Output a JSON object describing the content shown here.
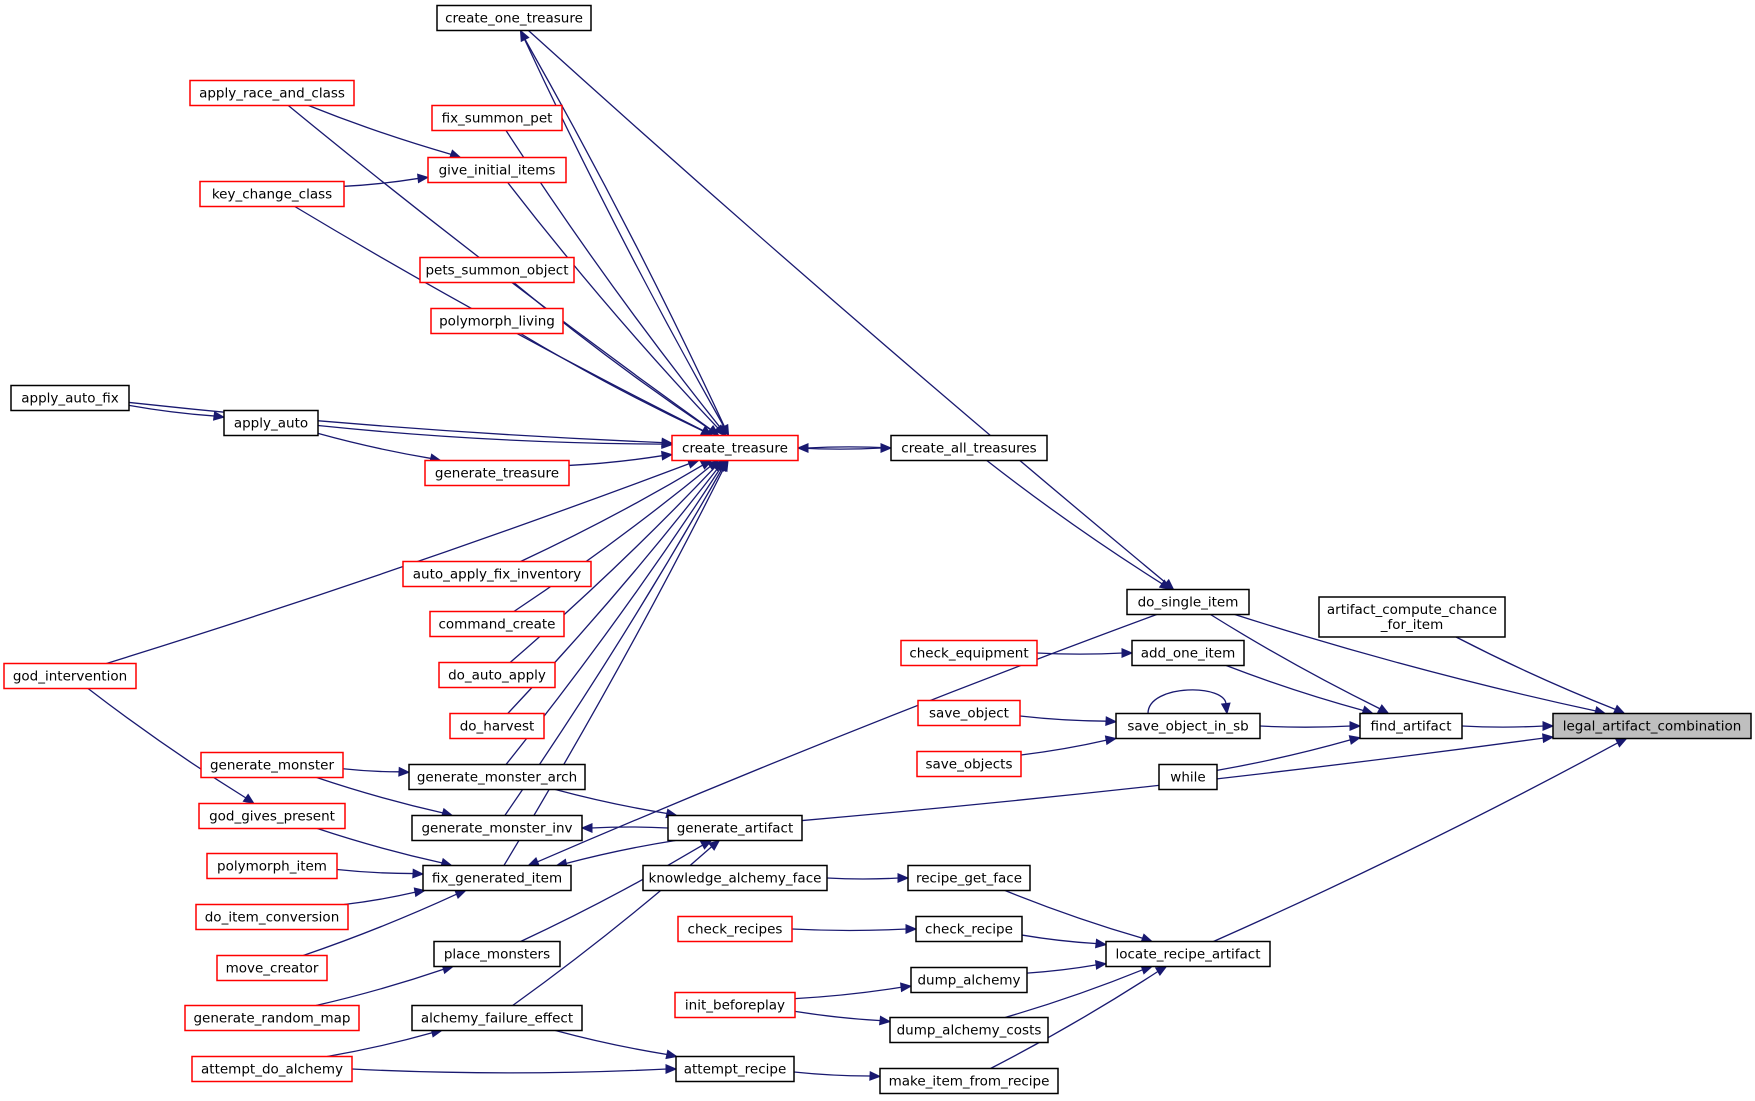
{
  "diagram": {
    "title": "",
    "edge_color": "#191970",
    "node_border_colors": {
      "black": "#000000",
      "red": "#ff0000"
    },
    "current_node_fill": "#bfbfbf",
    "nodes": [
      {
        "id": "legal_artifact_combination",
        "label": "legal_artifact_combination",
        "border": "current"
      },
      {
        "id": "artifact_compute_chance_for_item",
        "label": [
          "artifact_compute_chance",
          "_for_item"
        ],
        "border": "black"
      },
      {
        "id": "find_artifact",
        "label": "find_artifact",
        "border": "black"
      },
      {
        "id": "do_single_item",
        "label": "do_single_item",
        "border": "black"
      },
      {
        "id": "add_one_item",
        "label": "add_one_item",
        "border": "black"
      },
      {
        "id": "save_object_in_sb",
        "label": "save_object_in_sb",
        "border": "black"
      },
      {
        "id": "while",
        "label": "while",
        "border": "black"
      },
      {
        "id": "create_all_treasures",
        "label": "create_all_treasures",
        "border": "black"
      },
      {
        "id": "create_treasure",
        "label": "create_treasure",
        "border": "red"
      },
      {
        "id": "create_one_treasure",
        "label": "create_one_treasure",
        "border": "black"
      },
      {
        "id": "apply_race_and_class",
        "label": "apply_race_and_class",
        "border": "red"
      },
      {
        "id": "fix_summon_pet",
        "label": "fix_summon_pet",
        "border": "red"
      },
      {
        "id": "give_initial_items",
        "label": "give_initial_items",
        "border": "red"
      },
      {
        "id": "key_change_class",
        "label": "key_change_class",
        "border": "red"
      },
      {
        "id": "pets_summon_object",
        "label": "pets_summon_object",
        "border": "red"
      },
      {
        "id": "polymorph_living",
        "label": "polymorph_living",
        "border": "red"
      },
      {
        "id": "apply_auto_fix",
        "label": "apply_auto_fix",
        "border": "black"
      },
      {
        "id": "apply_auto",
        "label": "apply_auto",
        "border": "black"
      },
      {
        "id": "generate_treasure",
        "label": "generate_treasure",
        "border": "red"
      },
      {
        "id": "auto_apply_fix_inventory",
        "label": "auto_apply_fix_inventory",
        "border": "red"
      },
      {
        "id": "command_create",
        "label": "command_create",
        "border": "red"
      },
      {
        "id": "do_auto_apply",
        "label": "do_auto_apply",
        "border": "red"
      },
      {
        "id": "do_harvest",
        "label": "do_harvest",
        "border": "red"
      },
      {
        "id": "god_intervention",
        "label": "god_intervention",
        "border": "red"
      },
      {
        "id": "generate_monster",
        "label": "generate_monster",
        "border": "red"
      },
      {
        "id": "generate_monster_arch",
        "label": "generate_monster_arch",
        "border": "black"
      },
      {
        "id": "generate_monster_inv",
        "label": "generate_monster_inv",
        "border": "black"
      },
      {
        "id": "god_gives_present",
        "label": "god_gives_present",
        "border": "red"
      },
      {
        "id": "fix_generated_item",
        "label": "fix_generated_item",
        "border": "black"
      },
      {
        "id": "polymorph_item",
        "label": "polymorph_item",
        "border": "red"
      },
      {
        "id": "do_item_conversion",
        "label": "do_item_conversion",
        "border": "red"
      },
      {
        "id": "move_creator",
        "label": "move_creator",
        "border": "red"
      },
      {
        "id": "place_monsters",
        "label": "place_monsters",
        "border": "black"
      },
      {
        "id": "generate_random_map",
        "label": "generate_random_map",
        "border": "red"
      },
      {
        "id": "alchemy_failure_effect",
        "label": "alchemy_failure_effect",
        "border": "black"
      },
      {
        "id": "attempt_do_alchemy",
        "label": "attempt_do_alchemy",
        "border": "red"
      },
      {
        "id": "attempt_recipe",
        "label": "attempt_recipe",
        "border": "black"
      },
      {
        "id": "generate_artifact",
        "label": "generate_artifact",
        "border": "black"
      },
      {
        "id": "check_equipment",
        "label": "check_equipment",
        "border": "red"
      },
      {
        "id": "save_object",
        "label": "save_object",
        "border": "red"
      },
      {
        "id": "save_objects",
        "label": "save_objects",
        "border": "red"
      },
      {
        "id": "knowledge_alchemy_face",
        "label": "knowledge_alchemy_face",
        "border": "black"
      },
      {
        "id": "recipe_get_face",
        "label": "recipe_get_face",
        "border": "black"
      },
      {
        "id": "check_recipes",
        "label": "check_recipes",
        "border": "red"
      },
      {
        "id": "check_recipe",
        "label": "check_recipe",
        "border": "black"
      },
      {
        "id": "dump_alchemy",
        "label": "dump_alchemy",
        "border": "black"
      },
      {
        "id": "init_beforeplay",
        "label": "init_beforeplay",
        "border": "red"
      },
      {
        "id": "dump_alchemy_costs",
        "label": "dump_alchemy_costs",
        "border": "black"
      },
      {
        "id": "make_item_from_recipe",
        "label": "make_item_from_recipe",
        "border": "black"
      },
      {
        "id": "locate_recipe_artifact",
        "label": "locate_recipe_artifact",
        "border": "black"
      }
    ],
    "edges": [
      {
        "from": "artifact_compute_chance_for_item",
        "to": "legal_artifact_combination"
      },
      {
        "from": "find_artifact",
        "to": "legal_artifact_combination"
      },
      {
        "from": "do_single_item",
        "to": "legal_artifact_combination"
      },
      {
        "from": "generate_artifact",
        "to": "legal_artifact_combination"
      },
      {
        "from": "locate_recipe_artifact",
        "to": "legal_artifact_combination"
      },
      {
        "from": "do_single_item",
        "to": "find_artifact"
      },
      {
        "from": "add_one_item",
        "to": "find_artifact"
      },
      {
        "from": "save_object_in_sb",
        "to": "find_artifact"
      },
      {
        "from": "while",
        "to": "find_artifact"
      },
      {
        "from": "create_all_treasures",
        "to": "do_single_item"
      },
      {
        "from": "create_one_treasure",
        "to": "do_single_item"
      },
      {
        "from": "check_equipment",
        "to": "add_one_item"
      },
      {
        "from": "save_object",
        "to": "save_object_in_sb"
      },
      {
        "from": "save_objects",
        "to": "save_object_in_sb"
      },
      {
        "from": "save_object_in_sb",
        "to": "save_object_in_sb"
      },
      {
        "from": "create_treasure",
        "to": "create_all_treasures"
      },
      {
        "from": "create_all_treasures",
        "to": "create_treasure"
      },
      {
        "from": "create_treasure",
        "to": "create_one_treasure"
      },
      {
        "from": "create_one_treasure",
        "to": "create_treasure"
      },
      {
        "from": "apply_race_and_class",
        "to": "create_treasure"
      },
      {
        "from": "fix_summon_pet",
        "to": "create_treasure"
      },
      {
        "from": "give_initial_items",
        "to": "create_treasure"
      },
      {
        "from": "key_change_class",
        "to": "create_treasure"
      },
      {
        "from": "pets_summon_object",
        "to": "create_treasure"
      },
      {
        "from": "polymorph_living",
        "to": "create_treasure"
      },
      {
        "from": "apply_auto_fix",
        "to": "create_treasure"
      },
      {
        "from": "apply_auto",
        "to": "create_treasure"
      },
      {
        "from": "generate_treasure",
        "to": "create_treasure"
      },
      {
        "from": "auto_apply_fix_inventory",
        "to": "create_treasure"
      },
      {
        "from": "command_create",
        "to": "create_treasure"
      },
      {
        "from": "do_auto_apply",
        "to": "create_treasure"
      },
      {
        "from": "do_harvest",
        "to": "create_treasure"
      },
      {
        "from": "god_intervention",
        "to": "create_treasure"
      },
      {
        "from": "generate_monster_arch",
        "to": "create_treasure"
      },
      {
        "from": "generate_monster_inv",
        "to": "create_treasure"
      },
      {
        "from": "fix_generated_item",
        "to": "create_treasure"
      },
      {
        "from": "apply_race_and_class",
        "to": "give_initial_items"
      },
      {
        "from": "key_change_class",
        "to": "give_initial_items"
      },
      {
        "from": "apply_auto_fix",
        "to": "apply_auto"
      },
      {
        "from": "apply_auto",
        "to": "generate_treasure"
      },
      {
        "from": "generate_monster",
        "to": "generate_monster_arch"
      },
      {
        "from": "generate_monster",
        "to": "generate_monster_inv"
      },
      {
        "from": "god_intervention",
        "to": "god_gives_present"
      },
      {
        "from": "god_gives_present",
        "to": "fix_generated_item"
      },
      {
        "from": "polymorph_item",
        "to": "fix_generated_item"
      },
      {
        "from": "do_item_conversion",
        "to": "fix_generated_item"
      },
      {
        "from": "move_creator",
        "to": "fix_generated_item"
      },
      {
        "from": "generate_random_map",
        "to": "place_monsters"
      },
      {
        "from": "attempt_do_alchemy",
        "to": "alchemy_failure_effect"
      },
      {
        "from": "attempt_do_alchemy",
        "to": "attempt_recipe"
      },
      {
        "from": "alchemy_failure_effect",
        "to": "attempt_recipe"
      },
      {
        "from": "do_single_item",
        "to": "fix_generated_item"
      },
      {
        "from": "generate_monster_arch",
        "to": "generate_artifact"
      },
      {
        "from": "generate_artifact",
        "to": "generate_monster_inv"
      },
      {
        "from": "generate_artifact",
        "to": "fix_generated_item"
      },
      {
        "from": "place_monsters",
        "to": "generate_artifact"
      },
      {
        "from": "alchemy_failure_effect",
        "to": "generate_artifact"
      },
      {
        "from": "knowledge_alchemy_face",
        "to": "recipe_get_face"
      },
      {
        "from": "check_recipes",
        "to": "check_recipe"
      },
      {
        "from": "init_beforeplay",
        "to": "dump_alchemy"
      },
      {
        "from": "init_beforeplay",
        "to": "dump_alchemy_costs"
      },
      {
        "from": "attempt_recipe",
        "to": "make_item_from_recipe"
      },
      {
        "from": "recipe_get_face",
        "to": "locate_recipe_artifact"
      },
      {
        "from": "check_recipe",
        "to": "locate_recipe_artifact"
      },
      {
        "from": "dump_alchemy",
        "to": "locate_recipe_artifact"
      },
      {
        "from": "dump_alchemy_costs",
        "to": "locate_recipe_artifact"
      },
      {
        "from": "make_item_from_recipe",
        "to": "locate_recipe_artifact"
      }
    ]
  }
}
